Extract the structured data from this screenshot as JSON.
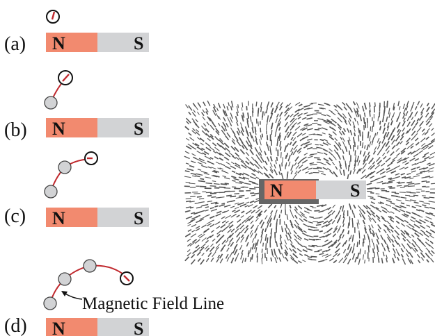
{
  "panels": [
    {
      "label": "(a)",
      "north": "N",
      "south": "S"
    },
    {
      "label": "(b)",
      "north": "N",
      "south": "S"
    },
    {
      "label": "(c)",
      "north": "N",
      "south": "S"
    },
    {
      "label": "(d)",
      "north": "N",
      "south": "S"
    }
  ],
  "field_line_label": "Magnetic Field Line",
  "iron_filings": {
    "north": "N",
    "south": "S"
  },
  "colors": {
    "north_pole": "#f28a6f",
    "south_pole": "#d2d3d5",
    "field_line": "#c0282d",
    "filings": "#555555",
    "compass_needle": "#c0282d"
  }
}
